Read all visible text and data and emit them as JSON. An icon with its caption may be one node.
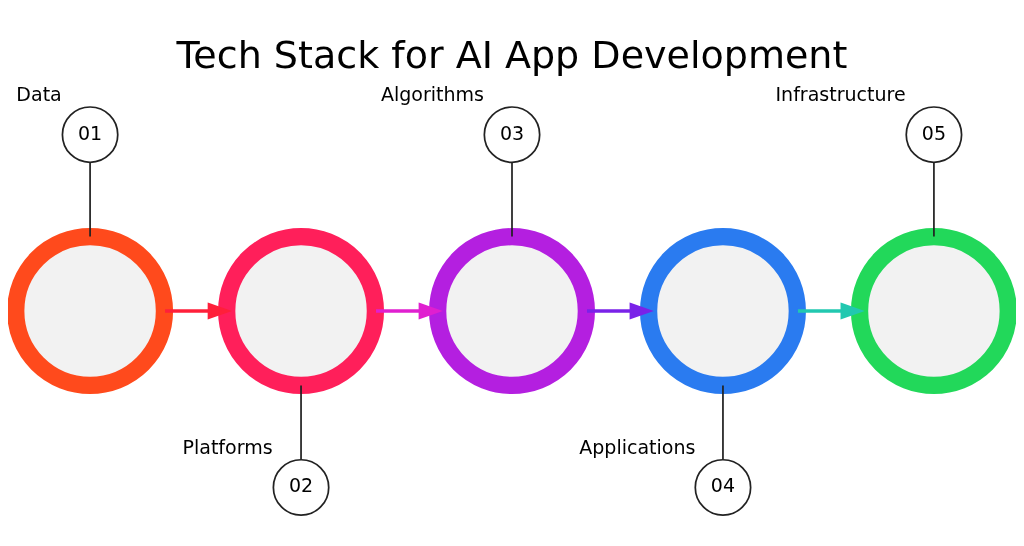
{
  "diagram": {
    "title": "Tech Stack for AI App Development",
    "nodes": [
      {
        "text": [
          "01"
        ],
        "beside": [
          "Data"
        ]
      },
      {
        "text": [],
        "shape": "circle"
      },
      {
        "text": [
          "02"
        ],
        "beside": [
          "Platforms"
        ]
      },
      {
        "text": [],
        "shape": "circle"
      },
      {
        "text": [
          "03"
        ],
        "beside": [
          "Algorithms"
        ]
      },
      {
        "text": [],
        "shape": "circle"
      },
      {
        "text": [
          "04"
        ],
        "beside": [
          "Applications"
        ]
      },
      {
        "text": [],
        "shape": "circle"
      },
      {
        "text": [
          "05"
        ],
        "beside": [
          "Infrastructure"
        ]
      },
      {
        "text": [],
        "shape": "circle"
      }
    ],
    "edges": [
      {
        "from": 0,
        "to": 1,
        "arrow": "none"
      },
      {
        "from": 2,
        "to": 3,
        "arrow": "none"
      },
      {
        "from": 4,
        "to": 5,
        "arrow": "none"
      },
      {
        "from": 6,
        "to": 7,
        "arrow": "none"
      },
      {
        "from": 8,
        "to": 9,
        "arrow": "none"
      },
      {
        "from": 1,
        "to": 3,
        "arrow": "to",
        "style": "thick",
        "color": "#ff1f3a"
      },
      {
        "from": 3,
        "to": 5,
        "arrow": "to",
        "style": "thick",
        "color": "#e01fd0"
      },
      {
        "from": 5,
        "to": 7,
        "arrow": "to",
        "style": "thick",
        "color": "#7a22e8"
      },
      {
        "from": 7,
        "to": 9,
        "arrow": "to",
        "style": "thick",
        "color": "#22c8b0"
      }
    ]
  }
}
